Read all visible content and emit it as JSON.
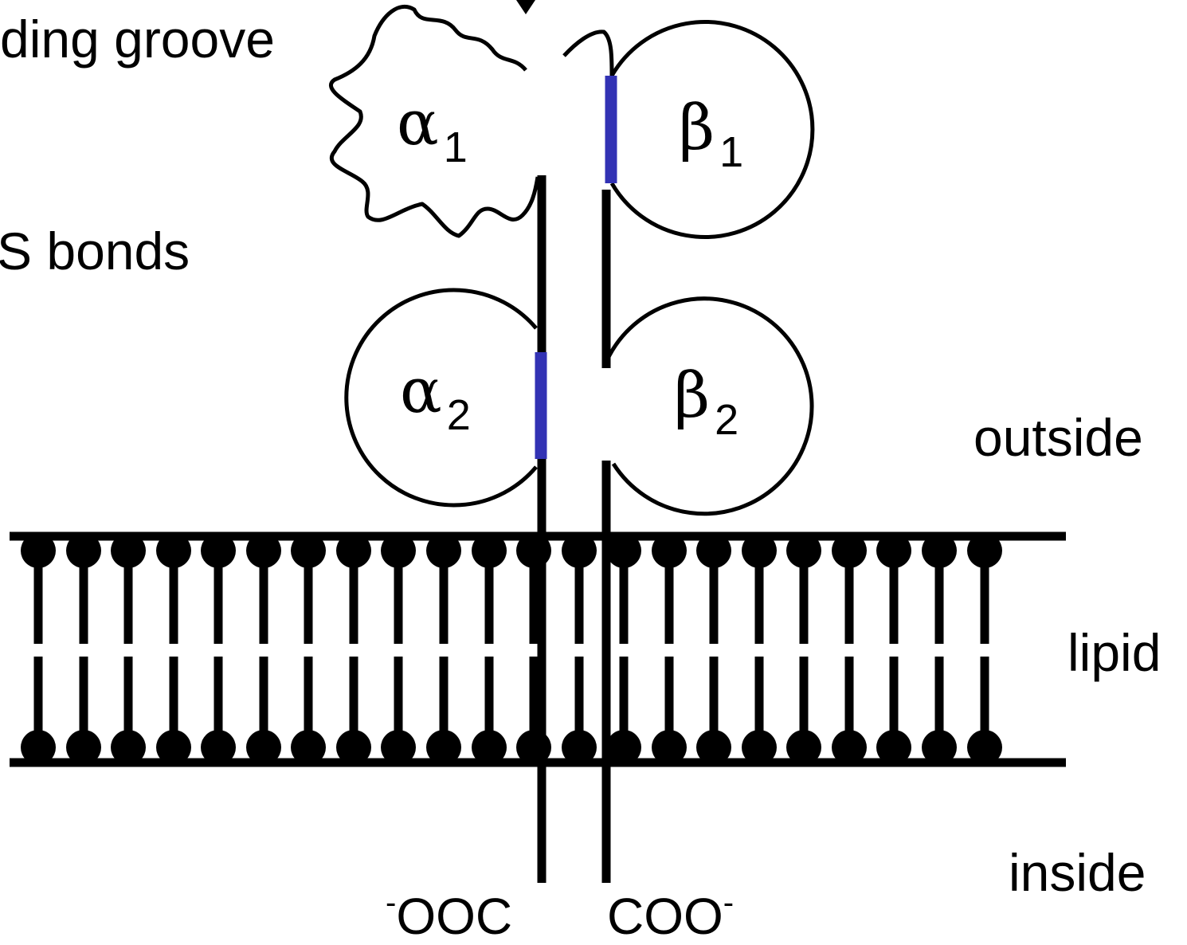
{
  "labels": {
    "groove": "ding groove",
    "ss_bonds": "S bonds",
    "outside": "outside",
    "lipid": "lipid",
    "inside": "inside"
  },
  "domains": {
    "alpha1": {
      "symbol": "α",
      "sub": "1"
    },
    "alpha2": {
      "symbol": "α",
      "sub": "2"
    },
    "beta1": {
      "symbol": "β",
      "sub": "1"
    },
    "beta2": {
      "symbol": "β",
      "sub": "2"
    }
  },
  "termini": {
    "alpha_charge": "-",
    "alpha_text": "OOC",
    "beta_text": "COO",
    "beta_charge": "-"
  },
  "colors": {
    "line": "#000000",
    "disulfide": "#3232b4",
    "background": "#ffffff"
  }
}
